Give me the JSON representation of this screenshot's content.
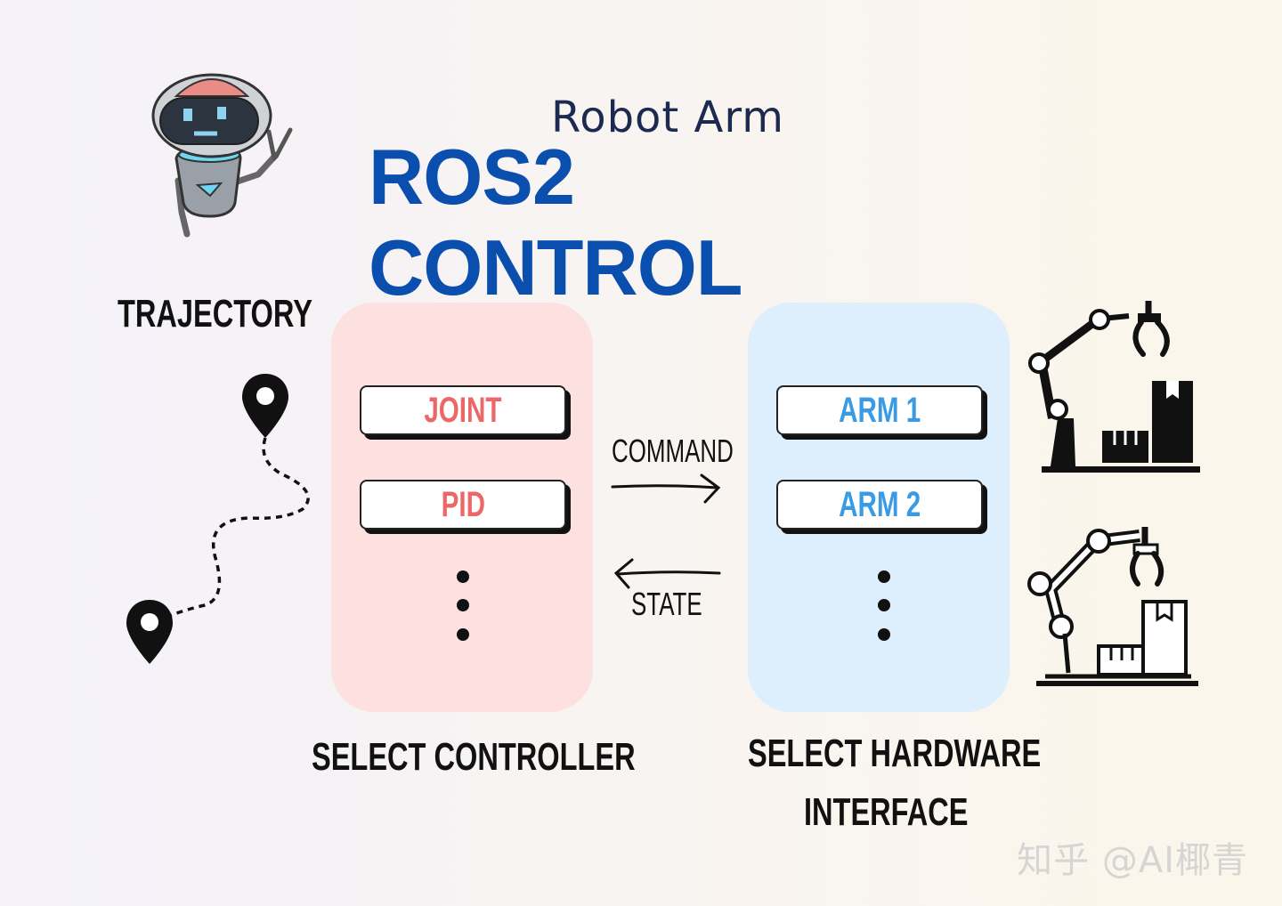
{
  "header": {
    "subtitle": "Robot Arm",
    "title": "ROS2 CONTROL"
  },
  "trajectory": {
    "label": "TRAJECTORY"
  },
  "controller_panel": {
    "items": [
      "JOINT",
      "PID"
    ],
    "label": "SELECT CONTROLLER"
  },
  "arrows": {
    "command": "COMMAND",
    "state": "STATE"
  },
  "hardware_panel": {
    "items": [
      "ARM 1",
      "ARM 2"
    ],
    "label_line1": "SELECT HARDWARE",
    "label_line2": "INTERFACE"
  },
  "watermark": "知乎 @AI椰青",
  "colors": {
    "title": "#0b4fae",
    "controller_text": "#ec6868",
    "hardware_text": "#3a9be4",
    "controller_panel": "#fde0e0",
    "hardware_panel": "#ddeefc"
  },
  "icons": [
    "robot-mascot-icon",
    "map-pin-icon",
    "robot-arm-icon"
  ]
}
